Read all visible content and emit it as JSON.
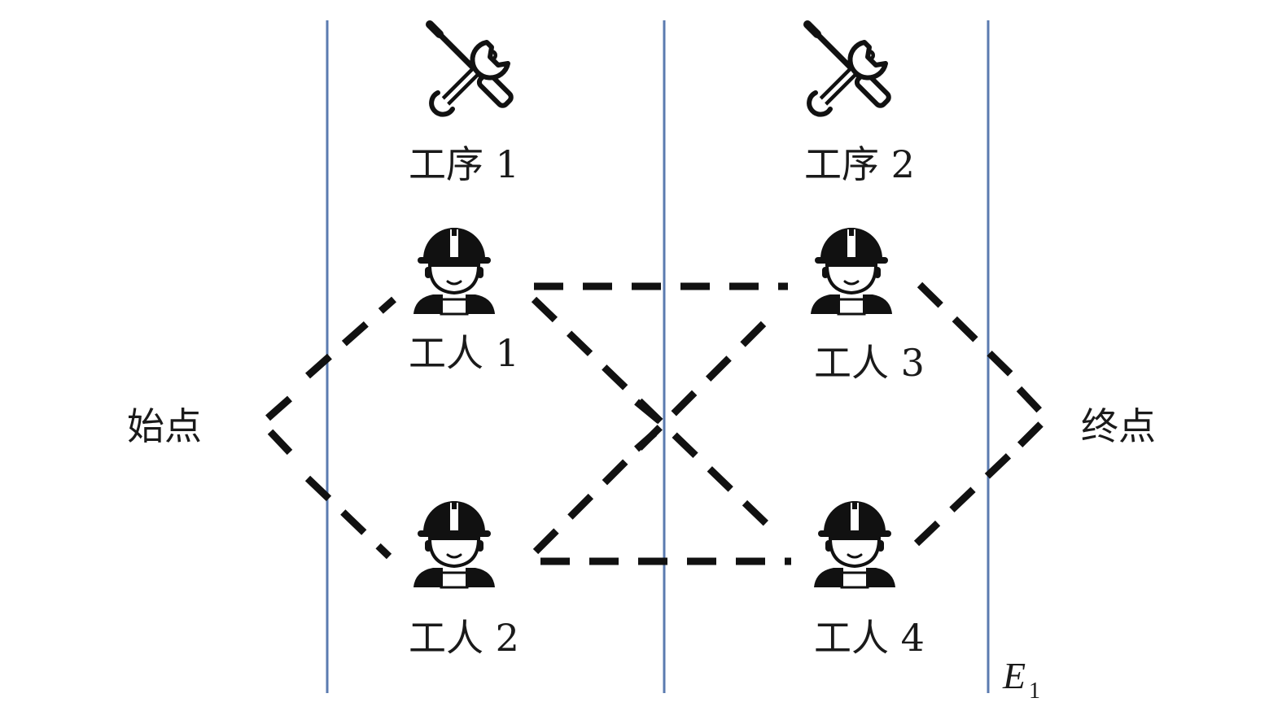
{
  "start_label": "始点",
  "end_label": "终点",
  "processes": [
    {
      "label": "工序 1"
    },
    {
      "label": "工序 2"
    }
  ],
  "workers": [
    {
      "label": "工人 1"
    },
    {
      "label": "工人 2"
    },
    {
      "label": "工人 3"
    },
    {
      "label": "工人 4"
    }
  ],
  "boundary_label": {
    "main": "E",
    "sub": "1"
  },
  "colors": {
    "stage_line": "#5b7bb0",
    "path": "#111111",
    "icon": "#111111",
    "text": "#1a1a1a"
  },
  "icons": {
    "process": "tools-icon",
    "worker": "worker-icon"
  }
}
